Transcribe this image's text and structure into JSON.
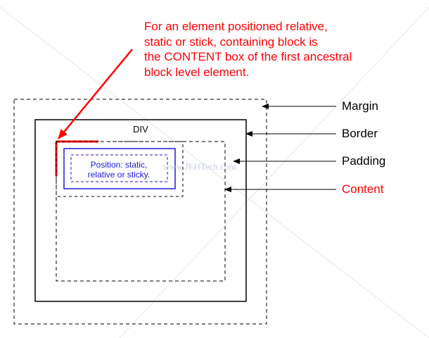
{
  "callout": {
    "lines": [
      "For an element positioned relative,",
      "static or stick, containing block is",
      "the CONTENT box of the first ancestral",
      "block level element."
    ],
    "color": "#ff0000"
  },
  "box_labels": {
    "margin": "Margin",
    "border": "Border",
    "padding": "Padding",
    "content": "Content"
  },
  "div_label": "DIV",
  "inner_element": {
    "line1": "Position: static,",
    "line2": "relative or sticky.",
    "color": "#1a1ad6"
  },
  "watermark": "www.JEHTech.com",
  "colors": {
    "highlight": "#ff0000",
    "inner_box": "#1a1ad6",
    "lines": "#000000"
  }
}
